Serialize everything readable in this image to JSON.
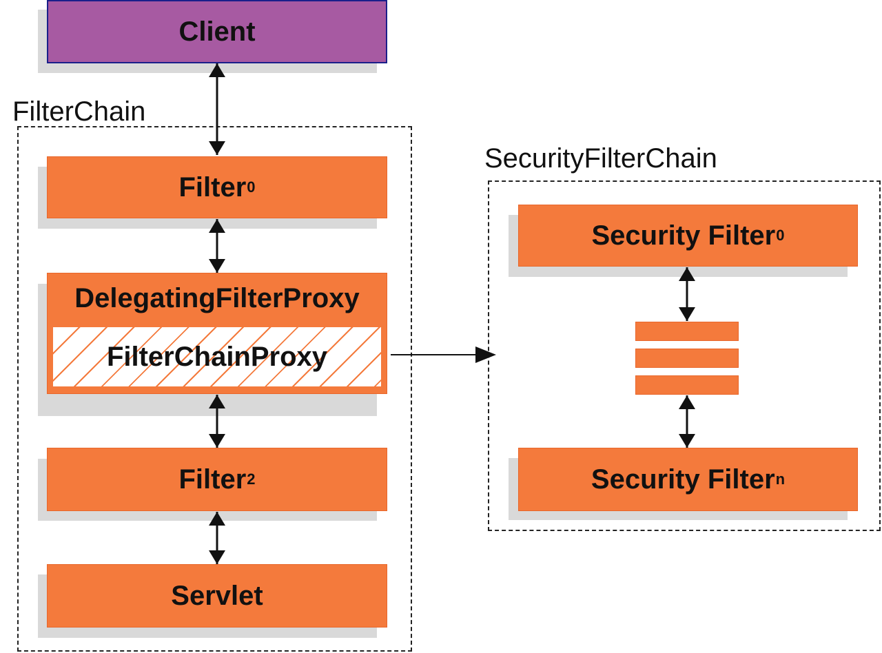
{
  "colors": {
    "filter_fill": "#f47a3c",
    "client_fill": "#a75aa2",
    "client_border": "#1a1f8a",
    "shadow": "#d9d9d9"
  },
  "client": {
    "label": "Client"
  },
  "filter_chain": {
    "label": "FilterChain",
    "filter0": {
      "label": "Filter",
      "sub": "0"
    },
    "delegating_proxy": {
      "label": "DelegatingFilterProxy"
    },
    "filter_chain_proxy": {
      "label": "FilterChainProxy"
    },
    "filter2": {
      "label": "Filter",
      "sub": "2"
    },
    "servlet": {
      "label": "Servlet"
    }
  },
  "security_filter_chain": {
    "label": "SecurityFilterChain",
    "security_filter0": {
      "label": "Security Filter",
      "sub": "0"
    },
    "security_filtern": {
      "label": "Security Filter",
      "sub": "n"
    }
  }
}
